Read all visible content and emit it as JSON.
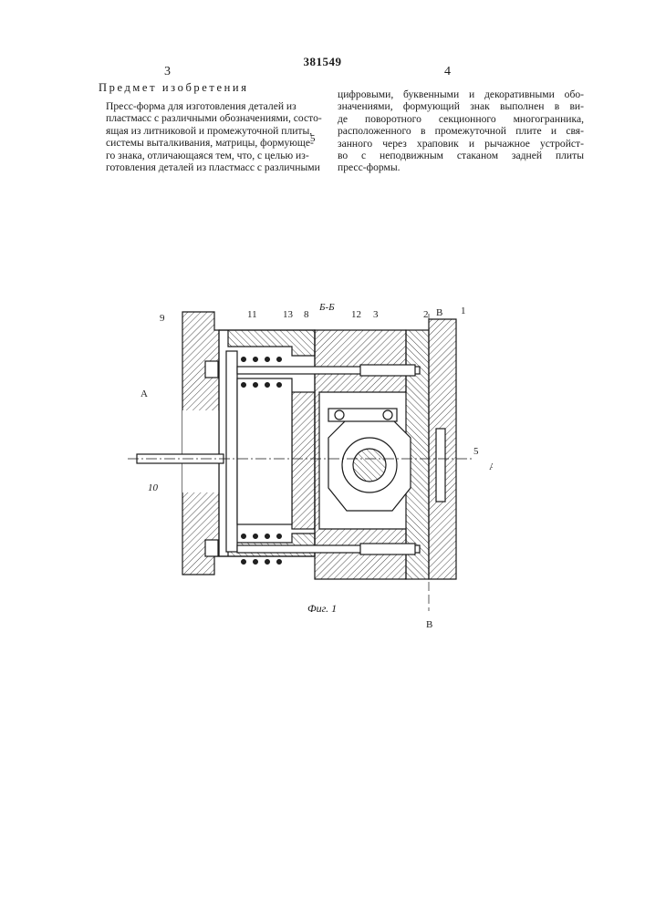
{
  "header": {
    "patent_number": "381549",
    "left_column_number": "3",
    "right_column_number": "4"
  },
  "section_title": "Предмет изобретения",
  "left_column_lines": [
    "Пресс-форма для изготовления деталей из",
    "пластмасс с различными обозначениями, состо-",
    "ящая из литниковой и промежуточной плиты,",
    "системы выталкивания, матрицы, формующе-",
    "го знака, отличающаяся тем, что, с целью из-",
    "готовления деталей из пластмасс с различными"
  ],
  "right_column_lines": [
    "цифровыми, буквенными и декоративными обо-",
    "значениями, формующий знак выполнен в ви-",
    "де поворотного секционного многогранника,",
    "расположенного в промежуточной плите и свя-",
    "занного через храповик и рычажное устройст-",
    "во с неподвижным стаканом задней плиты",
    "пресс-формы."
  ],
  "line_marker": "5",
  "figure": {
    "section_label": "Б-Б",
    "caption": "Фиг. 1",
    "callouts": [
      "9",
      "11",
      "13",
      "8",
      "12",
      "3",
      "2",
      "1",
      "5",
      "10"
    ],
    "arrow_labels": {
      "a_left": "А",
      "a_right": "А",
      "b_top": "В",
      "b_bottom": "В"
    }
  }
}
